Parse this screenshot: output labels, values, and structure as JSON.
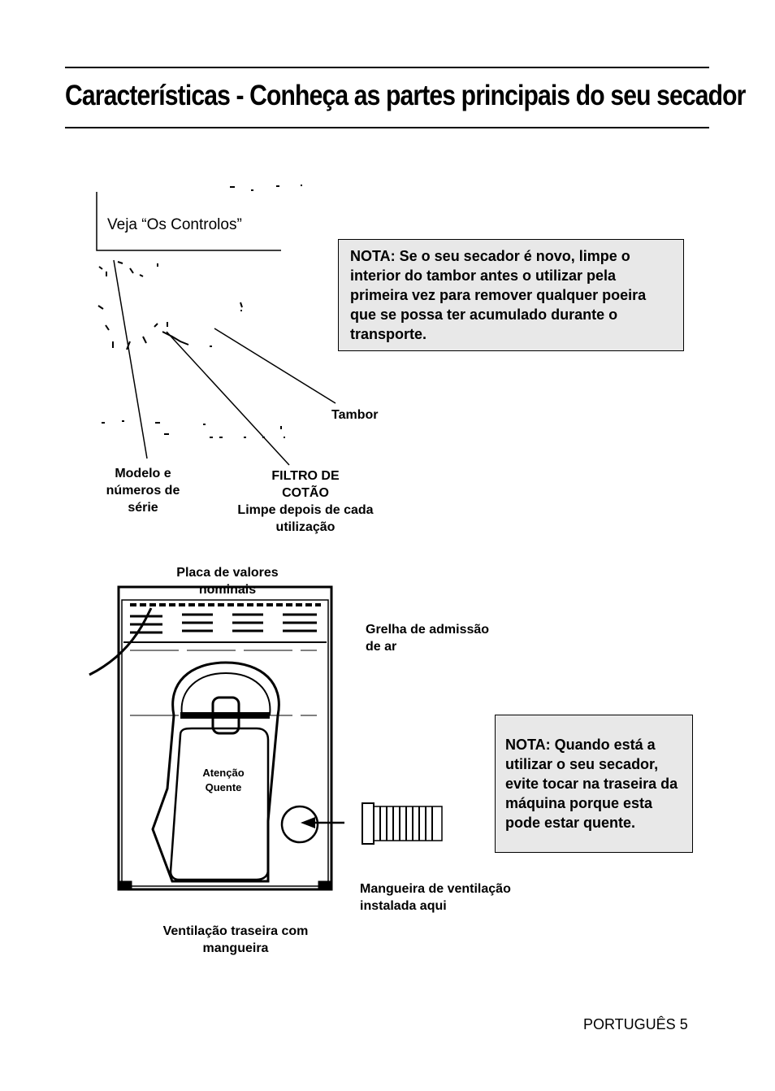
{
  "title": "Características - Conheça as partes principais do seu secador",
  "controls_ref": "Veja “Os Controlos”",
  "note_top": "NOTA: Se o seu secador é novo, limpe o interior do tambor antes o utilizar pela primeira vez para remover qualquer poeira que se possa ter  acumulado durante o transporte.",
  "note_bottom": "NOTA: Quando está a utilizar o seu secador, evite tocar na traseira da máquina porque esta pode estar quente.",
  "labels": {
    "tambor": "Tambor",
    "modelo": "Modelo e números de série",
    "filtro_title": "FILTRO DE COTÃO",
    "filtro_desc": "Limpe depois de cada utilização",
    "placa": "Placa de valores nominais",
    "grelha": "Grelha de admissão de ar",
    "atencao": "Atenção Quente",
    "mangueira": "Mangueira de ventilação instalada aqui",
    "ventilacao": "Ventilação traseira com mangueira"
  },
  "footer": "PORTUGUÊS 5"
}
